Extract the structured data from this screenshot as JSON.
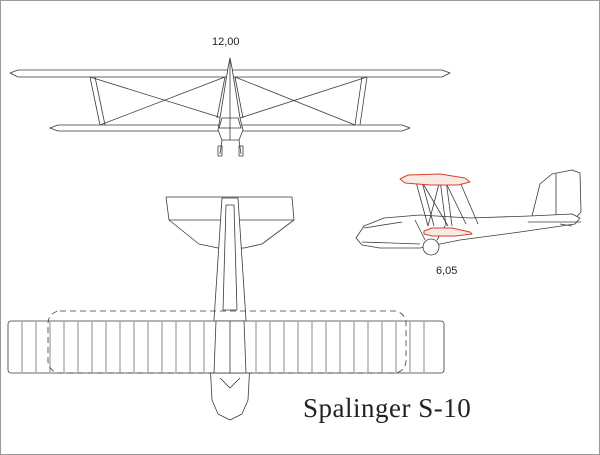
{
  "drawing": {
    "title": "Spalinger  S-10",
    "wingspan_label": "12,00",
    "length_label": "6,05",
    "colors": {
      "background": "#ffffff",
      "line": "#3a3a3a",
      "highlight": "#d9412e",
      "border": "#9a9a9a"
    }
  }
}
